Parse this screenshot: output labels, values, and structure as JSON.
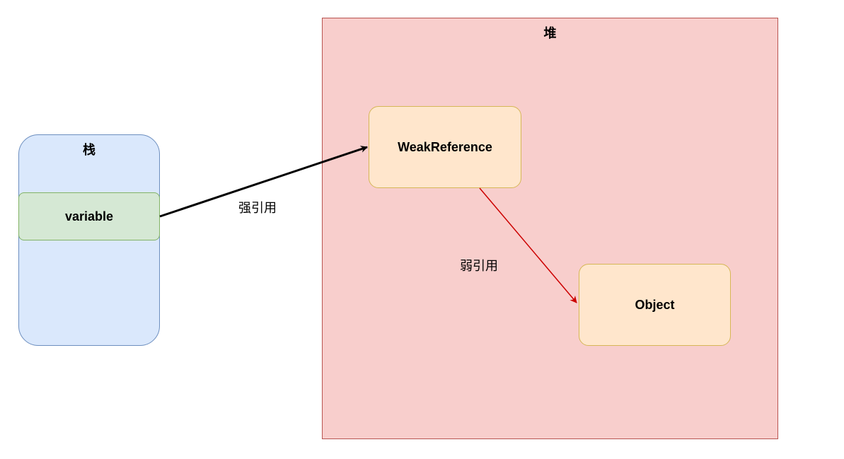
{
  "stack": {
    "title": "栈",
    "variable_label": "variable"
  },
  "heap": {
    "title": "堆"
  },
  "nodes": {
    "weak_reference": "WeakReference",
    "object": "Object"
  },
  "edges": {
    "strong_reference_label": "强引用",
    "weak_reference_label": "弱引用"
  },
  "colors": {
    "stack_fill": "#dae8fc",
    "stack_stroke": "#6c8ebf",
    "variable_fill": "#d5e8d4",
    "variable_stroke": "#82b366",
    "heap_fill": "#f8cecc",
    "heap_stroke": "#b85450",
    "node_fill": "#ffe6cc",
    "node_stroke": "#d6b656",
    "strong_edge": "#000000",
    "weak_edge": "#cc0000"
  }
}
